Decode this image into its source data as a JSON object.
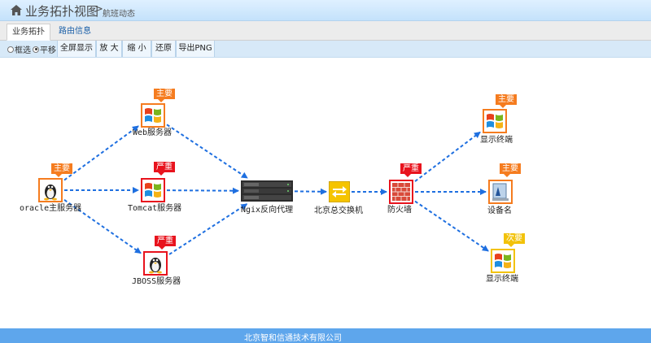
{
  "header": {
    "title": "业务拓扑视图",
    "separator": ">",
    "subtitle": "航班动态"
  },
  "tabs": [
    {
      "label": "业务拓扑",
      "active": true
    },
    {
      "label": "路由信息",
      "active": false
    }
  ],
  "toolbar": {
    "mode_select": "框选",
    "mode_pan": "平移",
    "selected_mode": "平移",
    "buttons": [
      "全屏显示",
      "放 大",
      "缩 小",
      "还原",
      "导出PNG"
    ]
  },
  "colors": {
    "severity_main": "#f57c1f",
    "severity_critical": "#e8131d",
    "severity_minor": "#f2c20a",
    "edge": "#1e6fe0",
    "footer": "#5ea6ec"
  },
  "nodes": {
    "oracle": {
      "label": "oracle主服务器",
      "icon": "linux-server-icon",
      "badge": "主要",
      "badge_level": "main"
    },
    "web": {
      "label": "Web服务器",
      "icon": "windows-server-icon",
      "badge": "主要",
      "badge_level": "main"
    },
    "tomcat": {
      "label": "Tomcat服务器",
      "icon": "windows-server-icon",
      "badge": "严重",
      "badge_level": "critical"
    },
    "jboss": {
      "label": "JBOSS服务器",
      "icon": "linux-server-icon",
      "badge": "严重",
      "badge_level": "critical"
    },
    "nginx": {
      "label": "Ngix反向代理",
      "icon": "rack-proxy-icon"
    },
    "switch": {
      "label": "北京总交换机",
      "icon": "switch-icon"
    },
    "firewall": {
      "label": "防火墙",
      "icon": "firewall-icon",
      "badge": "严重",
      "badge_level": "critical"
    },
    "terminal1": {
      "label": "显示终端",
      "icon": "windows-terminal-icon",
      "badge": "主要",
      "badge_level": "main"
    },
    "device": {
      "label": "设备名",
      "icon": "device-icon",
      "badge": "主要",
      "badge_level": "main"
    },
    "terminal2": {
      "label": "显示终端",
      "icon": "windows-terminal-icon",
      "badge": "次要",
      "badge_level": "minor"
    }
  },
  "edges": [
    [
      "oracle",
      "web"
    ],
    [
      "oracle",
      "tomcat"
    ],
    [
      "oracle",
      "jboss"
    ],
    [
      "web",
      "nginx"
    ],
    [
      "tomcat",
      "nginx"
    ],
    [
      "jboss",
      "nginx"
    ],
    [
      "nginx",
      "switch"
    ],
    [
      "switch",
      "firewall"
    ],
    [
      "firewall",
      "terminal1"
    ],
    [
      "firewall",
      "device"
    ],
    [
      "firewall",
      "terminal2"
    ]
  ],
  "footer": {
    "company": "北京智和信通技术有限公司"
  }
}
